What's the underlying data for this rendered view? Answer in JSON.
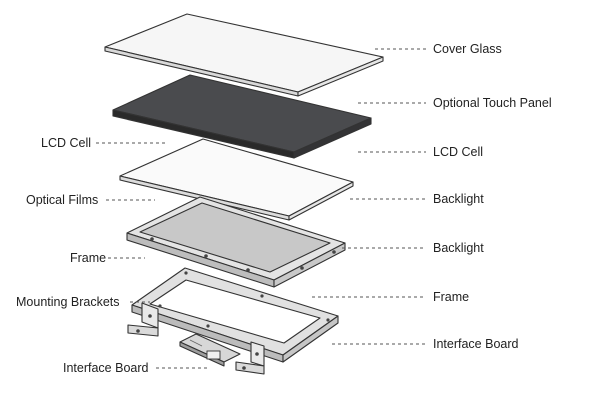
{
  "labels": {
    "right": [
      "Cover Glass",
      "Optional Touch Panel",
      "LCD Cell",
      "Backlight",
      "Backlight",
      "Frame",
      "Interface Board"
    ],
    "left": [
      "LCD Cell",
      "Optical Films",
      "Frame",
      "Mounting Brackets",
      "Interface Board"
    ]
  },
  "colors": {
    "glass": "#f6f6f6",
    "touch_panel": "#4a4b4e",
    "panel_edge": "#2a2a2a",
    "lcd_cell": "#fafafa",
    "backlight_window": "#c8c8c8",
    "frame_metal": "#e1e1e1",
    "leader_line": "#555555"
  }
}
